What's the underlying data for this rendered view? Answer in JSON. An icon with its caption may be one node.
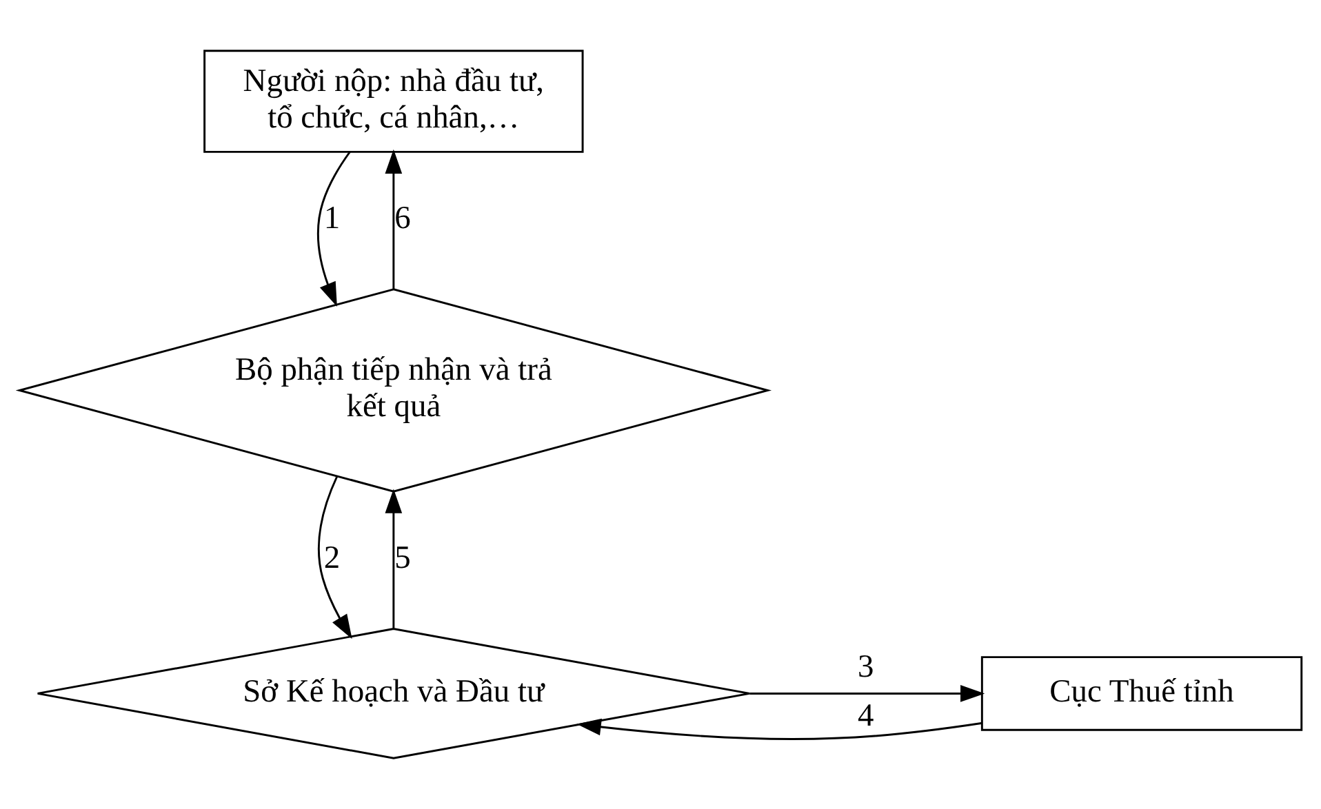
{
  "diagram": {
    "nodes": [
      {
        "text": [
          "Người nộp: nhà đầu tư, tổ chức, cá nhân,…"
        ]
      },
      {
        "text": [
          "Bộ phận tiếp nhận và trả kết quả"
        ]
      },
      {
        "text": [
          "Sở Kế hoạch và Đầu tư"
        ]
      },
      {
        "text": [
          "Cục Thuế tỉnh"
        ]
      }
    ],
    "edges": [
      {
        "from": 0,
        "to": 1,
        "arrow": "to",
        "label": "1"
      },
      {
        "from": 1,
        "to": 2,
        "arrow": "to",
        "label": "2"
      },
      {
        "from": 2,
        "to": 3,
        "arrow": "to",
        "label": "3"
      },
      {
        "from": 3,
        "to": 2,
        "arrow": "to",
        "label": "4"
      },
      {
        "from": 2,
        "to": 1,
        "arrow": "to",
        "label": "5"
      },
      {
        "from": 1,
        "to": 0,
        "arrow": "to",
        "label": "6"
      }
    ]
  }
}
